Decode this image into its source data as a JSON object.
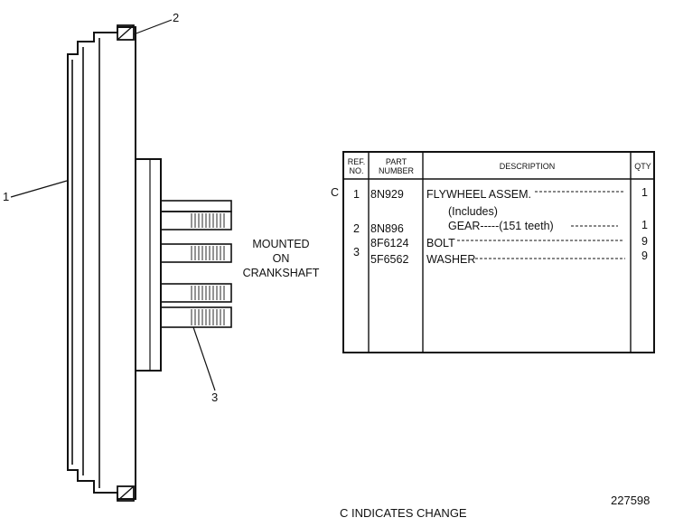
{
  "callouts": {
    "one": "1",
    "two": "2",
    "three": "3"
  },
  "mounted_note": [
    "MOUNTED",
    "ON",
    "CRANKSHAFT"
  ],
  "table": {
    "headers": {
      "ref": [
        "REF.",
        "NO."
      ],
      "part": [
        "PART",
        "NUMBER"
      ],
      "desc": "DESCRIPTION",
      "qty": "QTY"
    },
    "change_mark": "C",
    "rows": [
      {
        "ref": "1",
        "part": "8N929",
        "desc": "FLYWHEEL ASSEM.",
        "qty": "1"
      },
      {
        "ref": "",
        "part": "",
        "desc": "(Includes)",
        "qty": ""
      },
      {
        "ref": "2",
        "part": "8N896",
        "desc": "GEAR-----(151 teeth)",
        "qty": "1"
      },
      {
        "ref": "3",
        "part": "8F6124",
        "desc": "BOLT",
        "qty": "9"
      },
      {
        "ref": "",
        "part": "5F6562",
        "desc": "WASHER",
        "qty": "9"
      }
    ]
  },
  "footer": {
    "change_note": "C INDICATES CHANGE",
    "drawing_number": "227598"
  }
}
